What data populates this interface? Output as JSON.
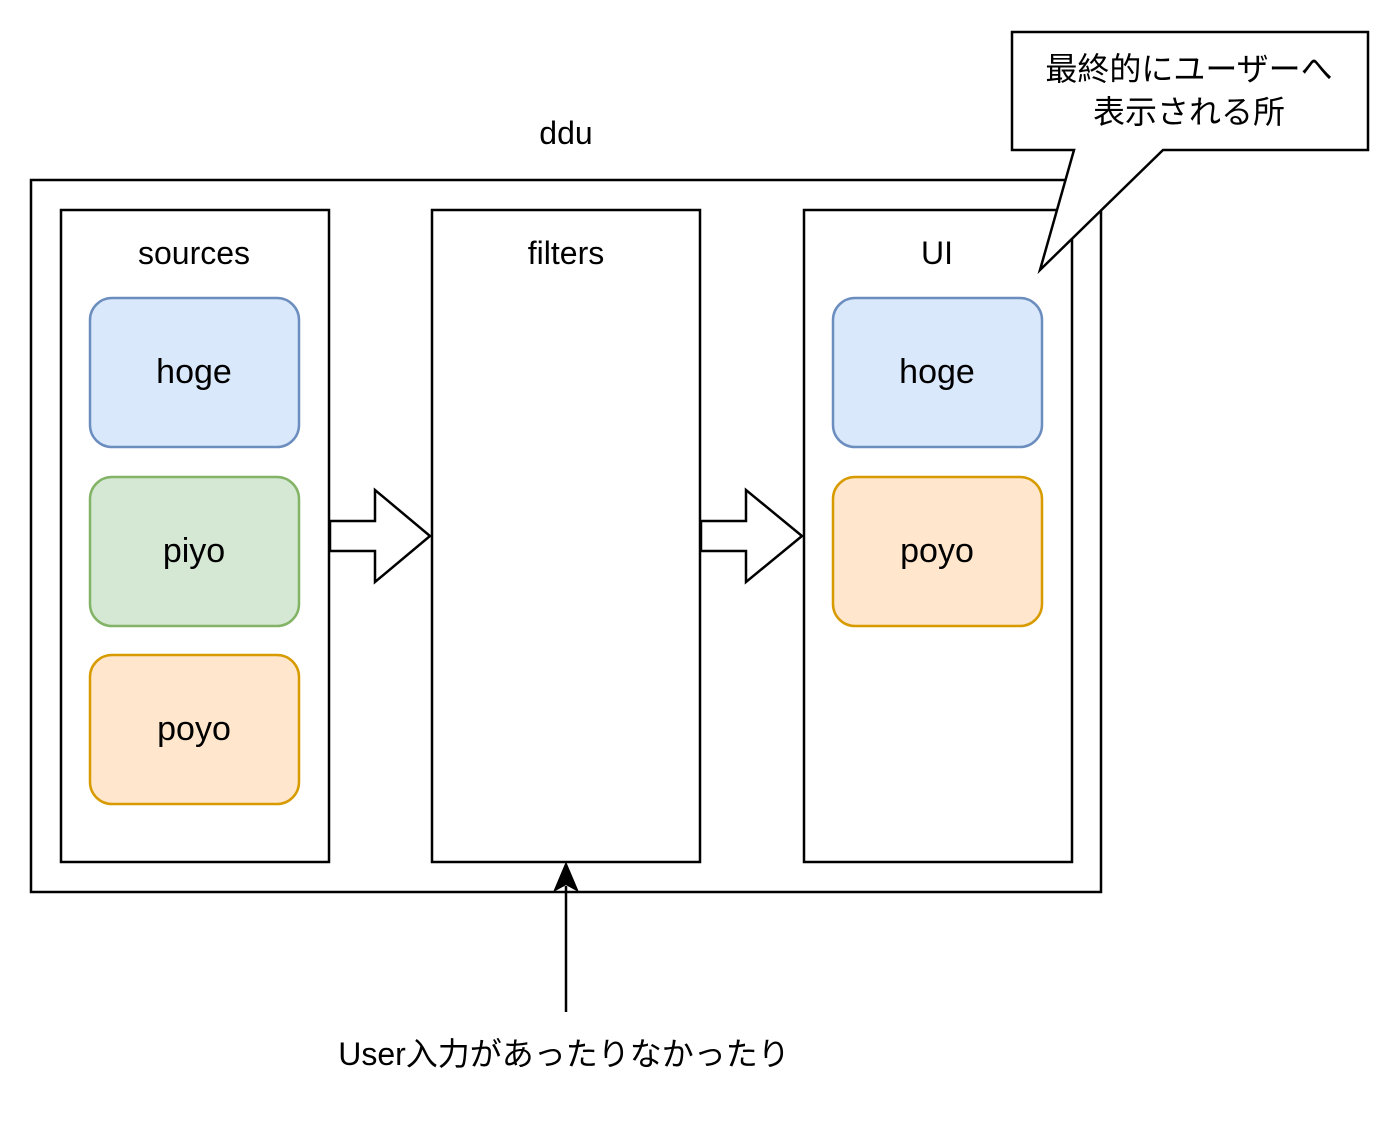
{
  "title": "ddu",
  "columns": {
    "sources": {
      "label": "sources",
      "items": [
        {
          "label": "hoge",
          "fill": "#dae8fc",
          "stroke": "#6c8ebf"
        },
        {
          "label": "piyo",
          "fill": "#d5e8d4",
          "stroke": "#82b366"
        },
        {
          "label": "poyo",
          "fill": "#ffe6cc",
          "stroke": "#d79b00"
        }
      ]
    },
    "filters": {
      "label": "filters"
    },
    "ui": {
      "label": "UI",
      "items": [
        {
          "label": "hoge",
          "fill": "#dae8fc",
          "stroke": "#6c8ebf"
        },
        {
          "label": "poyo",
          "fill": "#ffe6cc",
          "stroke": "#d79b00"
        }
      ]
    }
  },
  "callout": {
    "line1": "最終的にユーザーへ",
    "line2": "表示される所"
  },
  "user_input_label": "User入力があったりなかったり"
}
